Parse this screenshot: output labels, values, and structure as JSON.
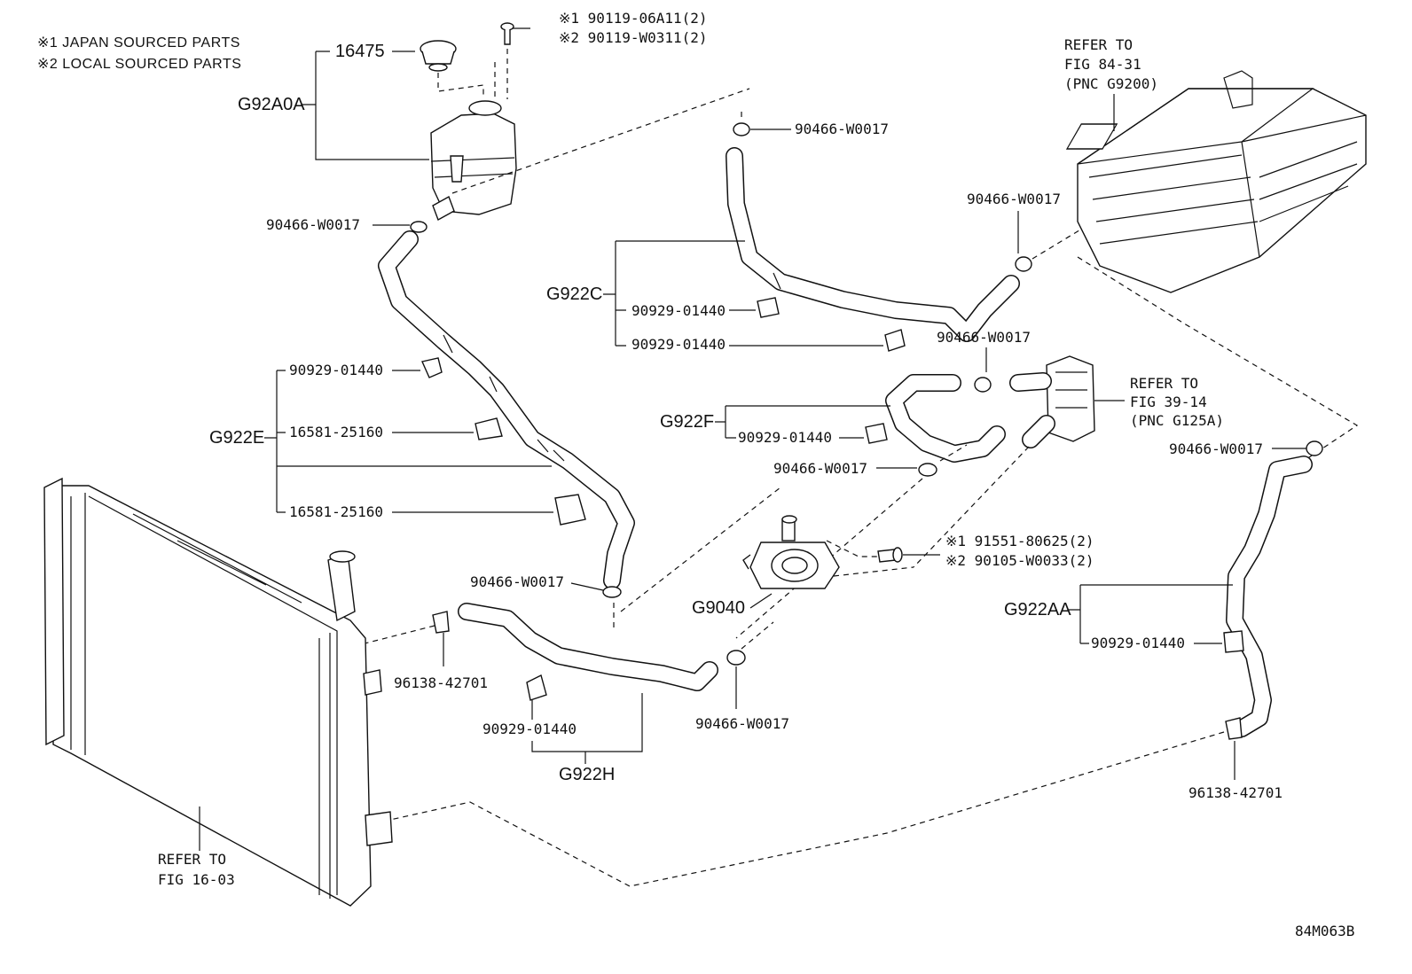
{
  "notes": {
    "japan": "※1 JAPAN SOURCED PARTS",
    "local": "※2 LOCAL SOURCED PARTS"
  },
  "footer_code": "84M063B",
  "groups": {
    "g92a0a": "G92A0A",
    "g922c": "G922C",
    "g922e": "G922E",
    "g922f": "G922F",
    "g922h": "G922H",
    "g922aa": "G922AA",
    "g9040": "G9040"
  },
  "parts": {
    "cap": "16475",
    "bolt_j": "※1 90119-06A11(2)",
    "bolt_l": "※2 90119-W0311(2)",
    "clamp_reservoir": "90466-W0017",
    "clamp_top": "90466-W0017",
    "clamp_right_upper": "90466-W0017",
    "clamp_center": "90466-W0017",
    "clamp_f_lower": "90466-W0017",
    "clamp_far_right": "90466-W0017",
    "clamp_e_bottom": "90466-W0017",
    "clamp_h_right": "90466-W0017",
    "clip_c1": "90929-01440",
    "clip_c2": "90929-01440",
    "clip_e": "90929-01440",
    "clip_f": "90929-01440",
    "clip_h": "90929-01440",
    "clip_aa": "90929-01440",
    "bracket_e1": "16581-25160",
    "bracket_e2": "16581-25160",
    "pump_bolt_j": "※1 91551-80625(2)",
    "pump_bolt_l": "※2 90105-W0033(2)",
    "clip_96138_left": "96138-42701",
    "clip_96138_right": "96138-42701"
  },
  "refs": {
    "inverter": [
      "REFER TO",
      "FIG 84-31",
      "(PNC G9200)"
    ],
    "cooler": [
      "REFER TO",
      "FIG 39-14",
      "(PNC G125A)"
    ],
    "radiator": [
      "REFER TO",
      "FIG 16-03"
    ]
  }
}
